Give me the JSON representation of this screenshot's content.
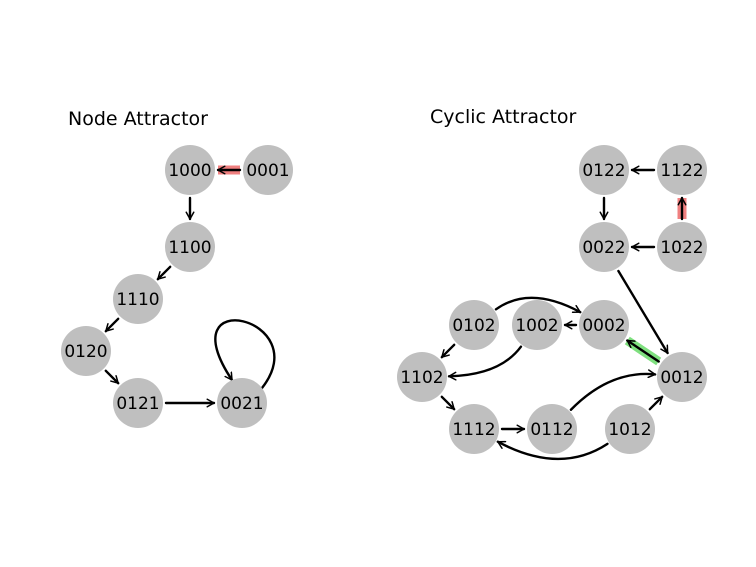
{
  "colors": {
    "node_fill": "#bfbfbf",
    "edge": "#000000",
    "highlight_red": "#f08080",
    "highlight_green": "#7fe07f",
    "background": "#ffffff"
  },
  "panels": [
    {
      "title": "Node Attractor",
      "nodes": [
        "1000",
        "0001",
        "1100",
        "1110",
        "0120",
        "0121",
        "0021"
      ],
      "edges": [
        {
          "from": "0001",
          "to": "1000",
          "highlight": "red"
        },
        {
          "from": "1000",
          "to": "1100"
        },
        {
          "from": "1100",
          "to": "1110"
        },
        {
          "from": "1110",
          "to": "0120"
        },
        {
          "from": "0120",
          "to": "0121"
        },
        {
          "from": "0121",
          "to": "0021"
        },
        {
          "from": "0021",
          "to": "0021",
          "self_loop": true
        }
      ]
    },
    {
      "title": "Cyclic Attractor",
      "nodes": [
        "0122",
        "1122",
        "0022",
        "1022",
        "0102",
        "1002",
        "0002",
        "1102",
        "0012",
        "1112",
        "0112",
        "1012"
      ],
      "edges": [
        {
          "from": "1122",
          "to": "0122"
        },
        {
          "from": "0122",
          "to": "0022"
        },
        {
          "from": "1022",
          "to": "1122",
          "highlight": "red"
        },
        {
          "from": "1022",
          "to": "0022"
        },
        {
          "from": "0022",
          "to": "0012"
        },
        {
          "from": "0012",
          "to": "0002",
          "highlight": "green"
        },
        {
          "from": "0002",
          "to": "1002"
        },
        {
          "from": "0102",
          "to": "0002",
          "curved": true
        },
        {
          "from": "0102",
          "to": "1102"
        },
        {
          "from": "1002",
          "to": "1102",
          "curved": true
        },
        {
          "from": "1102",
          "to": "1112"
        },
        {
          "from": "1112",
          "to": "0112"
        },
        {
          "from": "0112",
          "to": "0012",
          "curved": true
        },
        {
          "from": "1012",
          "to": "0012"
        },
        {
          "from": "1012",
          "to": "1112",
          "curved": true
        }
      ]
    }
  ]
}
